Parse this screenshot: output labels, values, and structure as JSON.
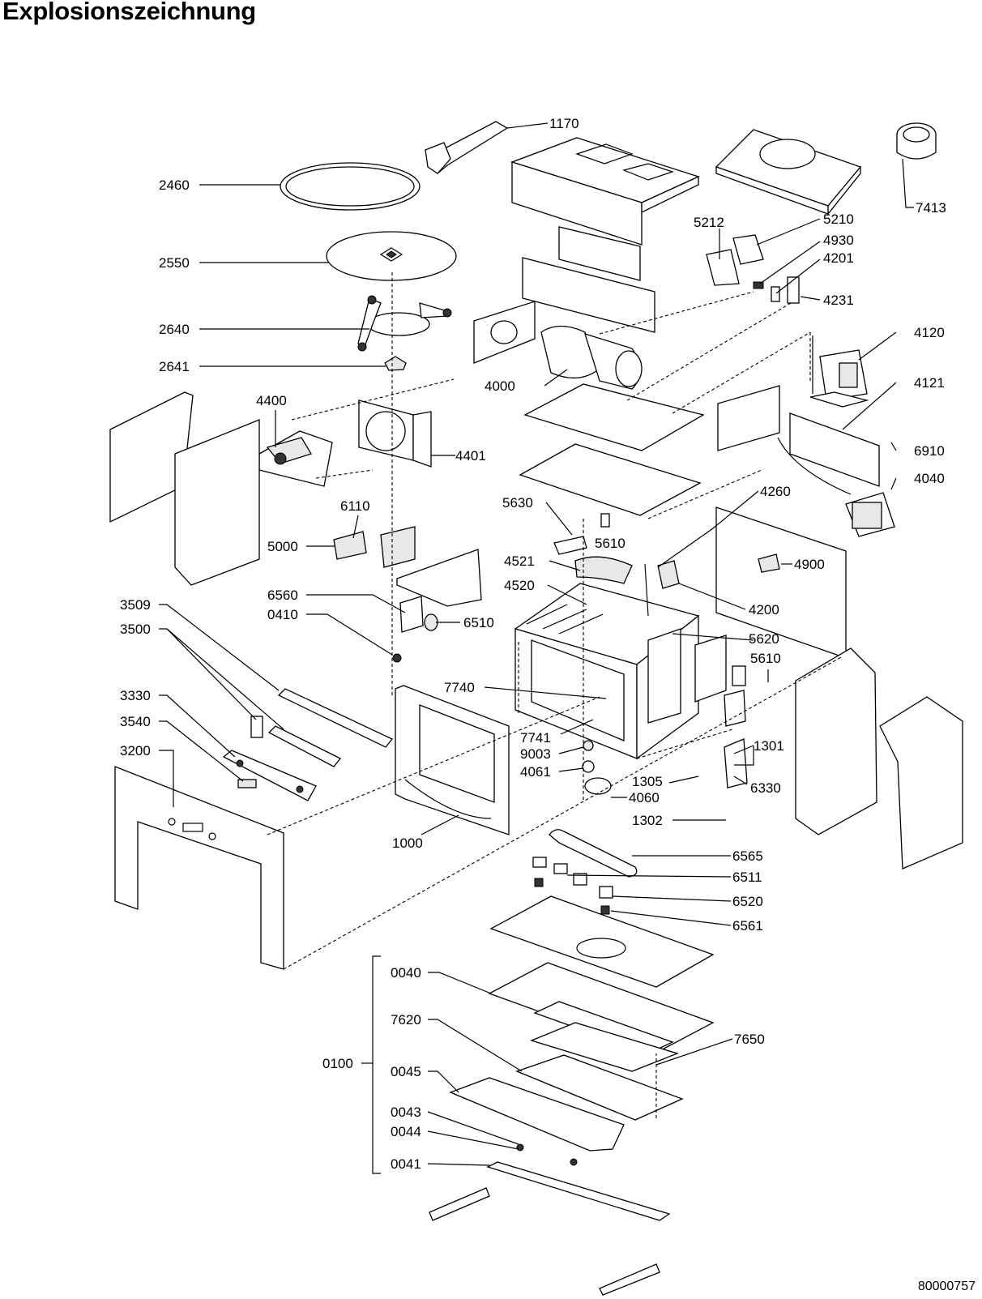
{
  "title": "Explosionszeichnung",
  "document_number": "80000757",
  "part_labels": [
    "1170",
    "2460",
    "7413",
    "5212",
    "5210",
    "4930",
    "4201",
    "2550",
    "4231",
    "2640",
    "4120",
    "2641",
    "4000",
    "4121",
    "4400",
    "4401",
    "6910",
    "4040",
    "4260",
    "5630",
    "6110",
    "5610",
    "5000",
    "4900",
    "4521",
    "4520",
    "4200",
    "6560",
    "0410",
    "6510",
    "3509",
    "5620",
    "3500",
    "5610",
    "7740",
    "3330",
    "3540",
    "7741",
    "1301",
    "9003",
    "3200",
    "4061",
    "1305",
    "6330",
    "4060",
    "1302",
    "1000",
    "6565",
    "6511",
    "6520",
    "6561",
    "0040",
    "7620",
    "7650",
    "0100",
    "0045",
    "0043",
    "0044",
    "0041"
  ]
}
